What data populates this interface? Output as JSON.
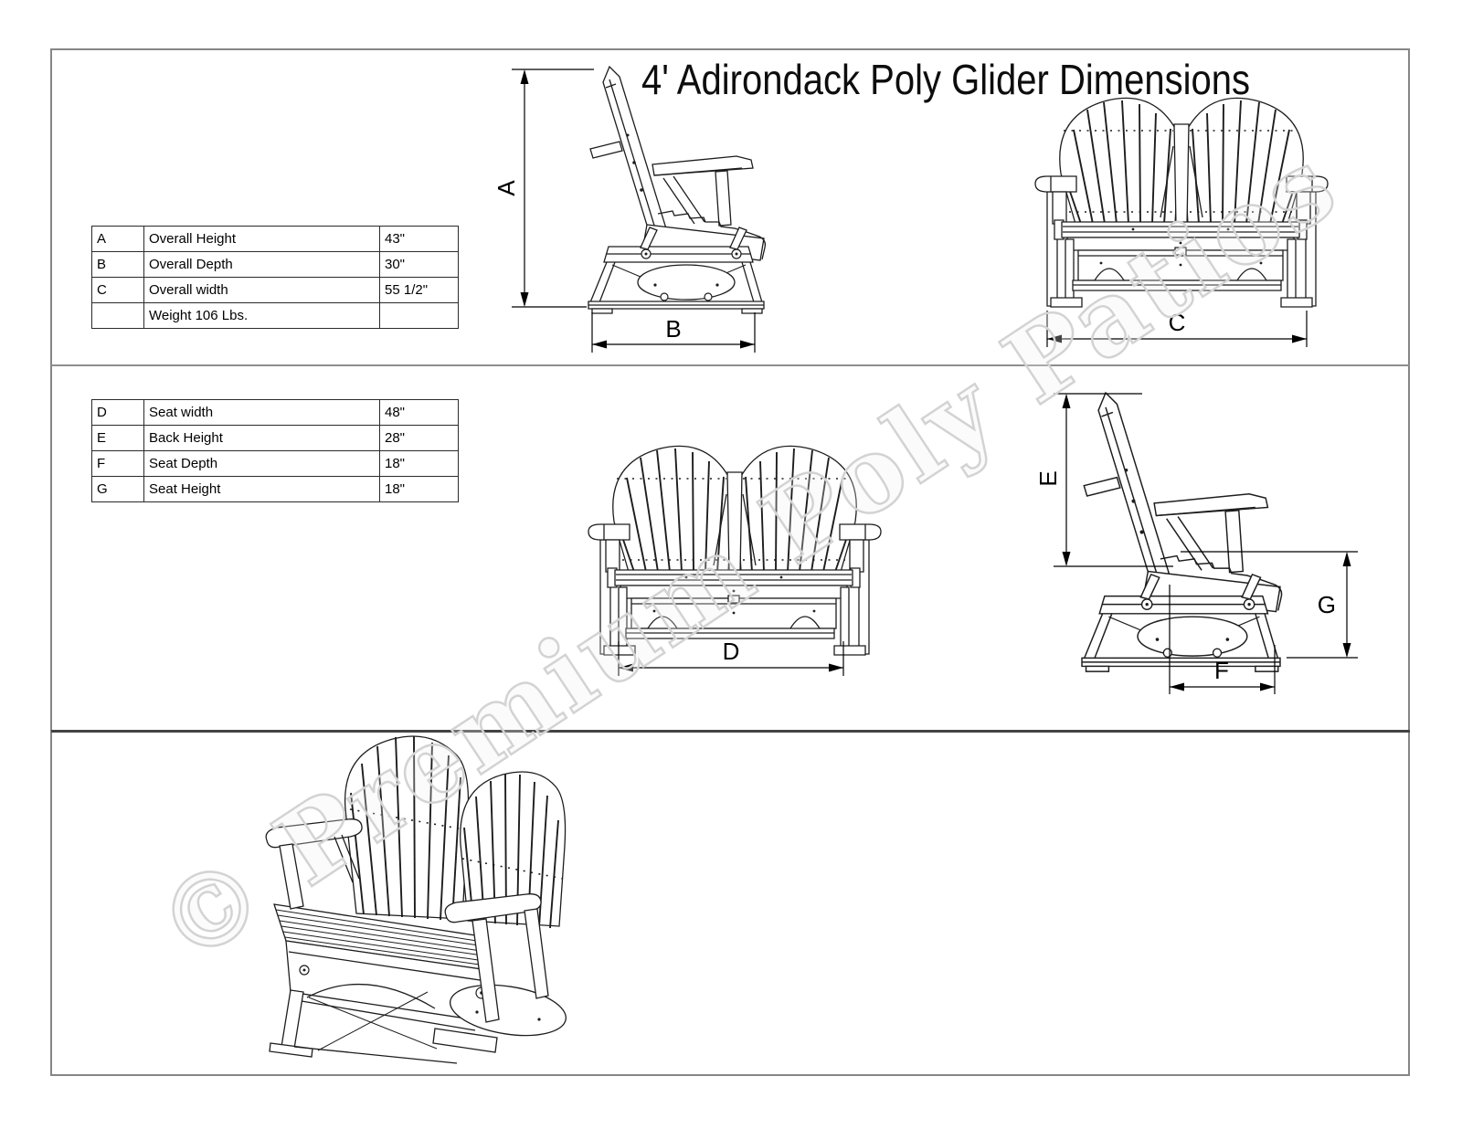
{
  "title": "4' Adirondack Poly Glider Dimensions",
  "watermark": "© Premium Poly Patios",
  "overall_table": {
    "rows": [
      {
        "key": "A",
        "label": "Overall Height",
        "value": "43\""
      },
      {
        "key": "B",
        "label": "Overall Depth",
        "value": "30\""
      },
      {
        "key": "C",
        "label": "Overall width",
        "value": "55 1/2\""
      }
    ],
    "weight_note": "Weight 106 Lbs."
  },
  "seat_table": {
    "rows": [
      {
        "key": "D",
        "label": "Seat width",
        "value": "48\""
      },
      {
        "key": "E",
        "label": "Back Height",
        "value": "28\""
      },
      {
        "key": "F",
        "label": "Seat Depth",
        "value": "18\""
      },
      {
        "key": "G",
        "label": "Seat Height",
        "value": "18\""
      }
    ]
  },
  "dimension_labels": {
    "A": "A",
    "B": "B",
    "C": "C",
    "D": "D",
    "E": "E",
    "F": "F",
    "G": "G"
  },
  "colors": {
    "line": "#1d1d1d",
    "outer_border": "#868686",
    "divider_dark": "#424242",
    "watermark": "#d3d3d3"
  }
}
